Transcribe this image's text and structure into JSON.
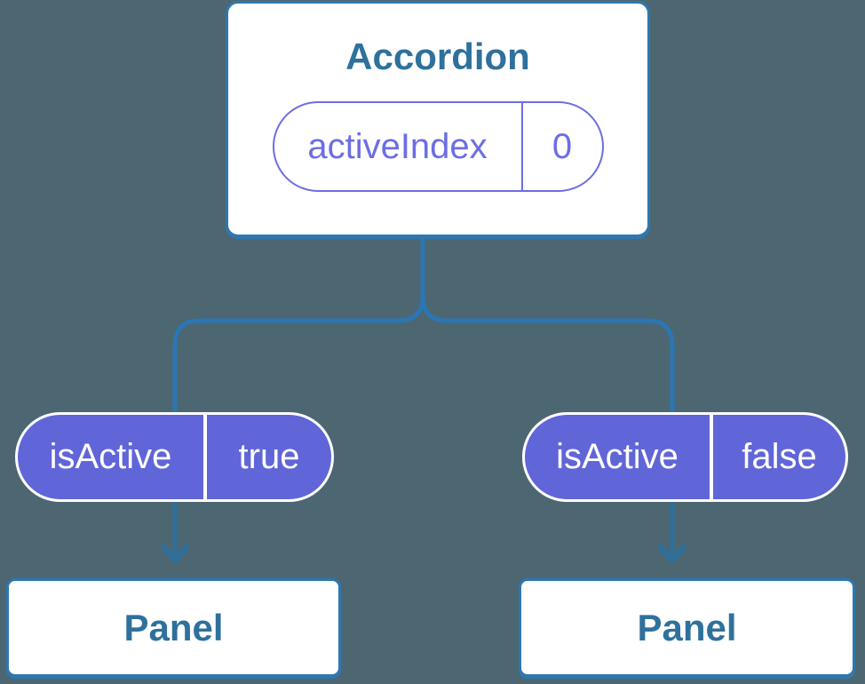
{
  "colors": {
    "background": "#4C6771",
    "line": "#2B76B4",
    "arrow": "#2F6F9C",
    "card_border": "#2E77B1",
    "card_bg": "#FFFFFF",
    "heading_text": "#2E719C",
    "purple_fill": "#6065D8",
    "purple_outline": "#6C6EE3",
    "pill_text": "#FFFFFF"
  },
  "root": {
    "title": "Accordion",
    "state_name": "activeIndex",
    "state_value": "0"
  },
  "children": [
    {
      "prop_name": "isActive",
      "prop_value": "true",
      "panel_label": "Panel"
    },
    {
      "prop_name": "isActive",
      "prop_value": "false",
      "panel_label": "Panel"
    }
  ]
}
